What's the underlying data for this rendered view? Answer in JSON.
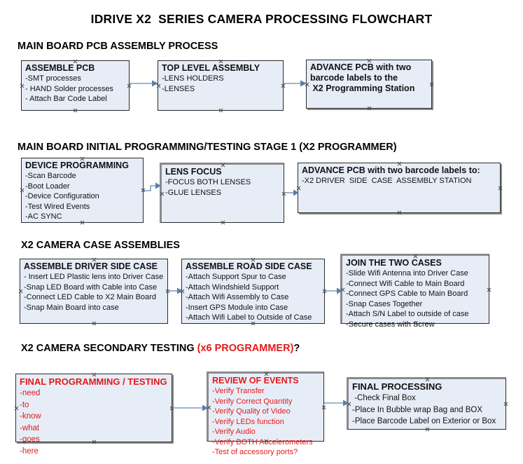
{
  "document": {
    "title": "IDRIVE X2  SERIES CAMERA PROCESSING FLOWCHART",
    "colors": {
      "box_fill": "#e7edf7",
      "box_border": "#2a2a2a",
      "box_shadow": "#8a8a8a",
      "arrow": "#7e9dc0",
      "accent_red": "#e01b1b",
      "text": "#111111",
      "background": "#ffffff"
    }
  },
  "sections": [
    {
      "id": "main-board-pcb-assembly-process",
      "heading": "MAIN BOARD PCB ASSEMBLY PROCESS",
      "heading_suffix": "",
      "boxes": [
        {
          "id": "assemble-pcb",
          "header": "ASSEMBLE PCB",
          "items": [
            "-SMT processes",
            "- HAND Solder processes",
            "- Attach Bar Code Label"
          ]
        },
        {
          "id": "top-level-assembly",
          "header": "TOP LEVEL ASSEMBLY",
          "items": [
            "-LENS HOLDERS",
            "-LENSES"
          ]
        },
        {
          "id": "advance-pcb-to-x2-programming-station",
          "header": "ADVANCE PCB with two\nbarcode labels to the\n X2 Programming Station",
          "items": []
        }
      ]
    },
    {
      "id": "main-board-initial-programming-testing-stage-1",
      "heading": "MAIN BOARD INITIAL PROGRAMMING/TESTING STAGE 1 (X2 PROGRAMMER)",
      "heading_suffix": "",
      "boxes": [
        {
          "id": "device-programming",
          "header": "DEVICE PROGRAMMING",
          "items": [
            "-Scan Barcode",
            "-Boot Loader",
            "-Device Configuration",
            "-Test Wired Events",
            "-AC SYNC"
          ]
        },
        {
          "id": "lens-focus",
          "header": "LENS FOCUS",
          "items": [
            "-FOCUS BOTH LENSES",
            "-GLUE LENSES"
          ]
        },
        {
          "id": "advance-pcb-to-driver-side-case-assembly-station",
          "header": "ADVANCE PCB with two barcode labels to:",
          "items": [
            "-X2 DRIVER  SIDE  CASE  ASSEMBLY STATION"
          ]
        }
      ]
    },
    {
      "id": "x2-camera-case-assemblies",
      "heading": "X2 CAMERA CASE ASSEMBLIES",
      "heading_suffix": "",
      "boxes": [
        {
          "id": "assemble-driver-side-case",
          "header": "ASSEMBLE DRIVER SIDE CASE",
          "items": [
            "- Insert LED Plastic lens into Driver Case",
            "-Snap LED Board with Cable into Case",
            "-Connect LED Cable to X2 Main Board",
            "-Snap Main Board into case"
          ]
        },
        {
          "id": "assemble-road-side-case",
          "header": "ASSEMBLE ROAD SIDE CASE",
          "items": [
            "-Attach Support Spur to Case",
            "-Attach Windshield Support",
            "-Attach Wifi Assembly to Case",
            "-Insert GPS Module into Case",
            "-Attach Wifi Label to Outside of Case"
          ]
        },
        {
          "id": "join-the-two-cases",
          "header": "JOIN THE TWO CASES",
          "items": [
            "-Slide Wifi Antenna into Driver Case",
            "-Connect Wifi Cable to Main Board",
            "-Connect GPS Cable to Main Board",
            "-Snap Cases Together",
            "-Attach S/N Label to outside of case",
            "-Secure cases with Screw"
          ]
        }
      ]
    },
    {
      "id": "x2-camera-secondary-testing",
      "heading": "X2 CAMERA SECONDARY TESTING ",
      "heading_suffix": "(x6 PROGRAMMER)",
      "heading_tail": "?",
      "boxes": [
        {
          "id": "final-programming-testing",
          "header": "FINAL PROGRAMMING / TESTING",
          "items": [
            "-need",
            "-to",
            "-know",
            "-what",
            "-goes",
            "-here"
          ]
        },
        {
          "id": "review-of-events",
          "header": "REVIEW OF EVENTS",
          "items": [
            "-Verify Transfer",
            "-Verify Correct Quantity",
            "-Verify Quality of Video",
            "-Verify LEDs function",
            "-Verify Audio",
            "-Verify BOTH Accelerometers",
            "-Test of accessory ports?"
          ]
        },
        {
          "id": "final-processing",
          "header": "FINAL PROCESSING",
          "items": [
            " -Check Final Box",
            "-Place In Bubble wrap Bag and BOX",
            "-Place Barcode Label on Exterior or Box"
          ]
        }
      ]
    }
  ]
}
